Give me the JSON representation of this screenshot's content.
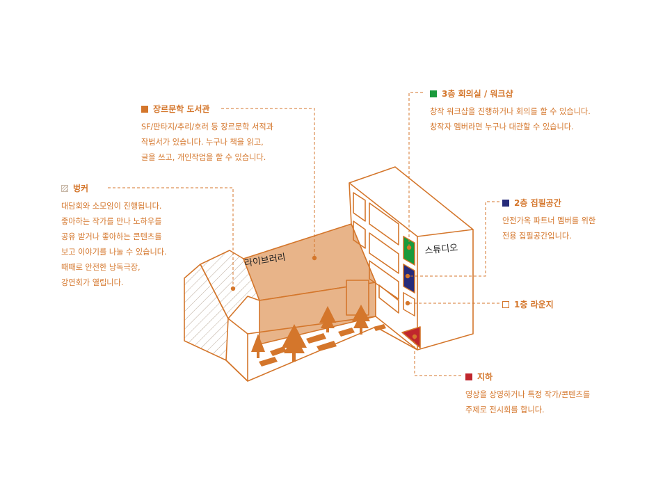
{
  "colors": {
    "accent": "#d4762b",
    "library_fill": "#e8b489",
    "green": "#1a9a3c",
    "navy": "#262b7a",
    "red": "#c0262d"
  },
  "building_labels": {
    "library": "라이브러리",
    "studio": "스튜디오"
  },
  "sections": {
    "library": {
      "title": "장르문학 도서관",
      "lines": [
        "SF/판타지/추리/호러 등 장르문학 서적과",
        "작법서가 있습니다. 누구나 책을 읽고,",
        "글을 쓰고, 개인작업을 할 수 있습니다."
      ]
    },
    "bunker": {
      "title": "벙커",
      "lines": [
        "대담회와 소모임이 진행됩니다.",
        "좋아하는 작가를 만나 노하우를",
        "공유 받거나 좋아하는 콘텐츠를",
        "보고 이야기를 나눌 수 있습니다.",
        "때때로 안전한 낭독극장,",
        "강연회가 열립니다."
      ]
    },
    "floor3": {
      "title": "3층 회의실 / 워크샵",
      "lines": [
        "창작 워크샵을 진행하거나 회의를 할 수 있습니다.",
        "창작자 멤버라면 누구나 대관할 수 있습니다."
      ]
    },
    "floor2": {
      "title": "2층 집필공간",
      "lines": [
        "안전가옥 파트너 멤버를 위한",
        "전용 집필공간입니다."
      ]
    },
    "floor1": {
      "title": "1층 라운지"
    },
    "basement": {
      "title": "지하",
      "lines": [
        "영상을 상영하거나 특정 작가/콘텐츠를",
        "주제로 전시회를 합니다."
      ]
    }
  }
}
